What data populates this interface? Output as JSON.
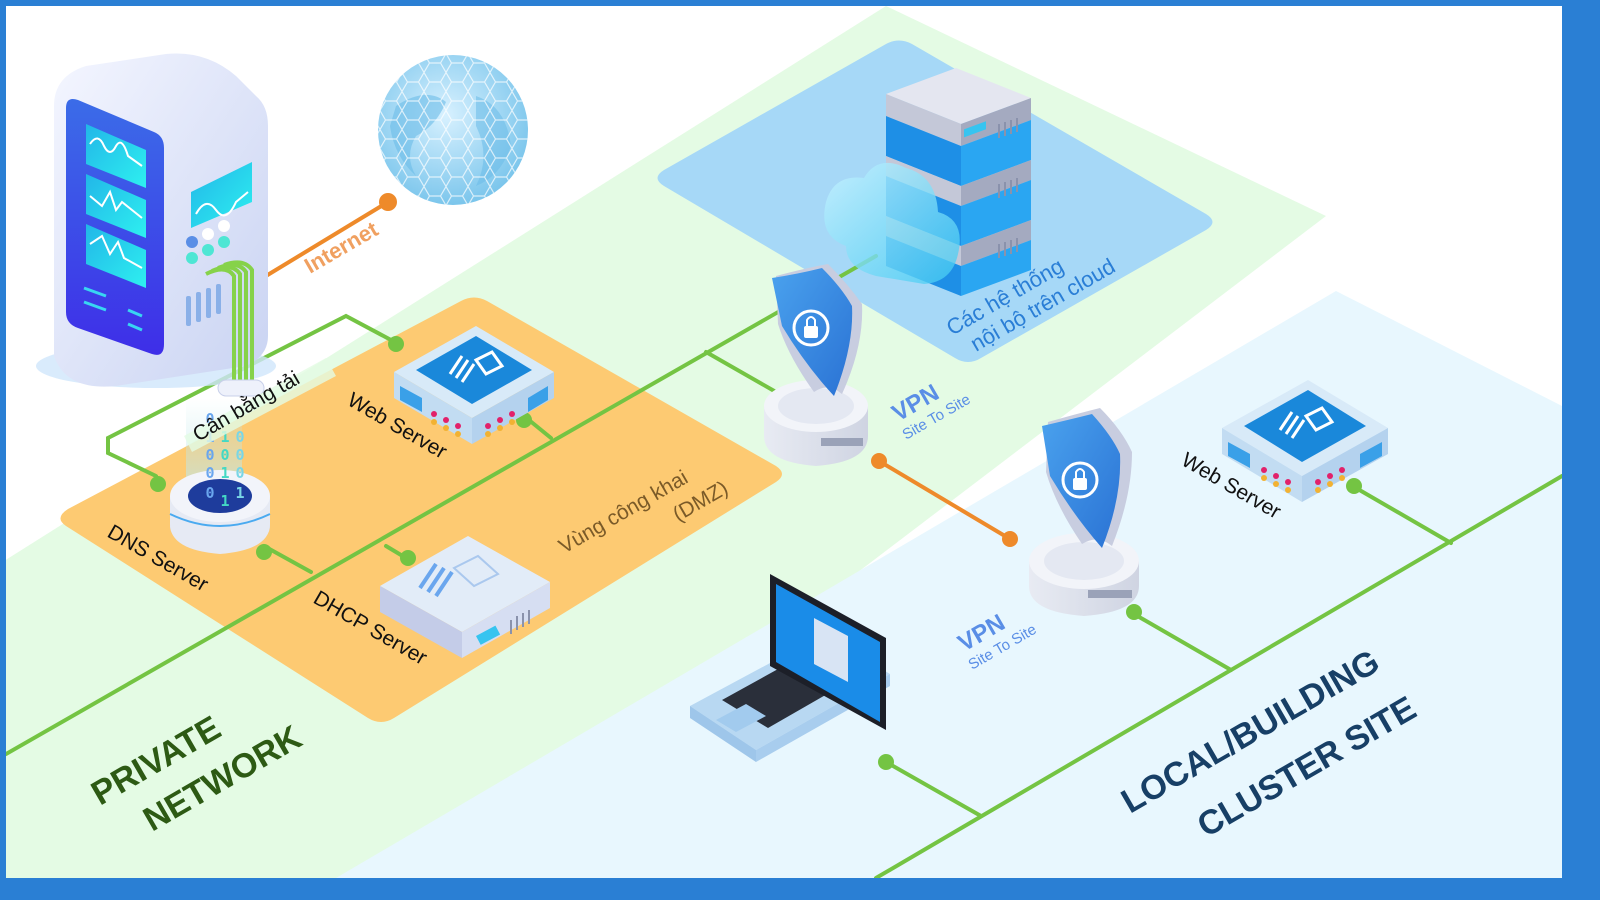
{
  "zones": {
    "private_network": {
      "title_line1": "PRIVATE",
      "title_line2": "NETWORK",
      "color": "#e4fbe4",
      "text_color": "#2d5a14"
    },
    "dmz": {
      "title_line1": "Vùng công khai",
      "title_line2": "(DMZ)",
      "color": "#fdca72",
      "text_color": "#7a5a28"
    },
    "cloud": {
      "title_line1": "Các hệ thống",
      "title_line2": "nội bộ trên cloud",
      "color": "#a6d8f7",
      "text_color": "#2a7ed6"
    },
    "local_site": {
      "title_line1": "LOCAL/BUILDING",
      "title_line2": "CLUSTER SITE",
      "color": "#e8f7fe",
      "text_color": "#173f66"
    }
  },
  "nodes": {
    "internet": {
      "label": "Internet",
      "color": "#f0a060"
    },
    "load_balancer": {
      "label": "Cân bằng tải"
    },
    "dns_server": {
      "label": "DNS Server",
      "binary": [
        "0 1",
        "1 1 0",
        "0 0 0",
        "0 1 0",
        "0 1 1"
      ]
    },
    "web_server_dmz": {
      "label": "Web Server"
    },
    "dhcp_server": {
      "label": "DHCP Server"
    },
    "vpn_cloud": {
      "label": "VPN",
      "sublabel": "Site To Site"
    },
    "vpn_local": {
      "label": "VPN",
      "sublabel": "Site To Site"
    },
    "web_server_local": {
      "label": "Web Server"
    },
    "laptop": {
      "label": ""
    }
  },
  "colors": {
    "frame": "#2a7fd4",
    "network_link": "#74c443",
    "vpn_link": "#ee8a2a",
    "vpn_text": "#5a8ee6"
  }
}
